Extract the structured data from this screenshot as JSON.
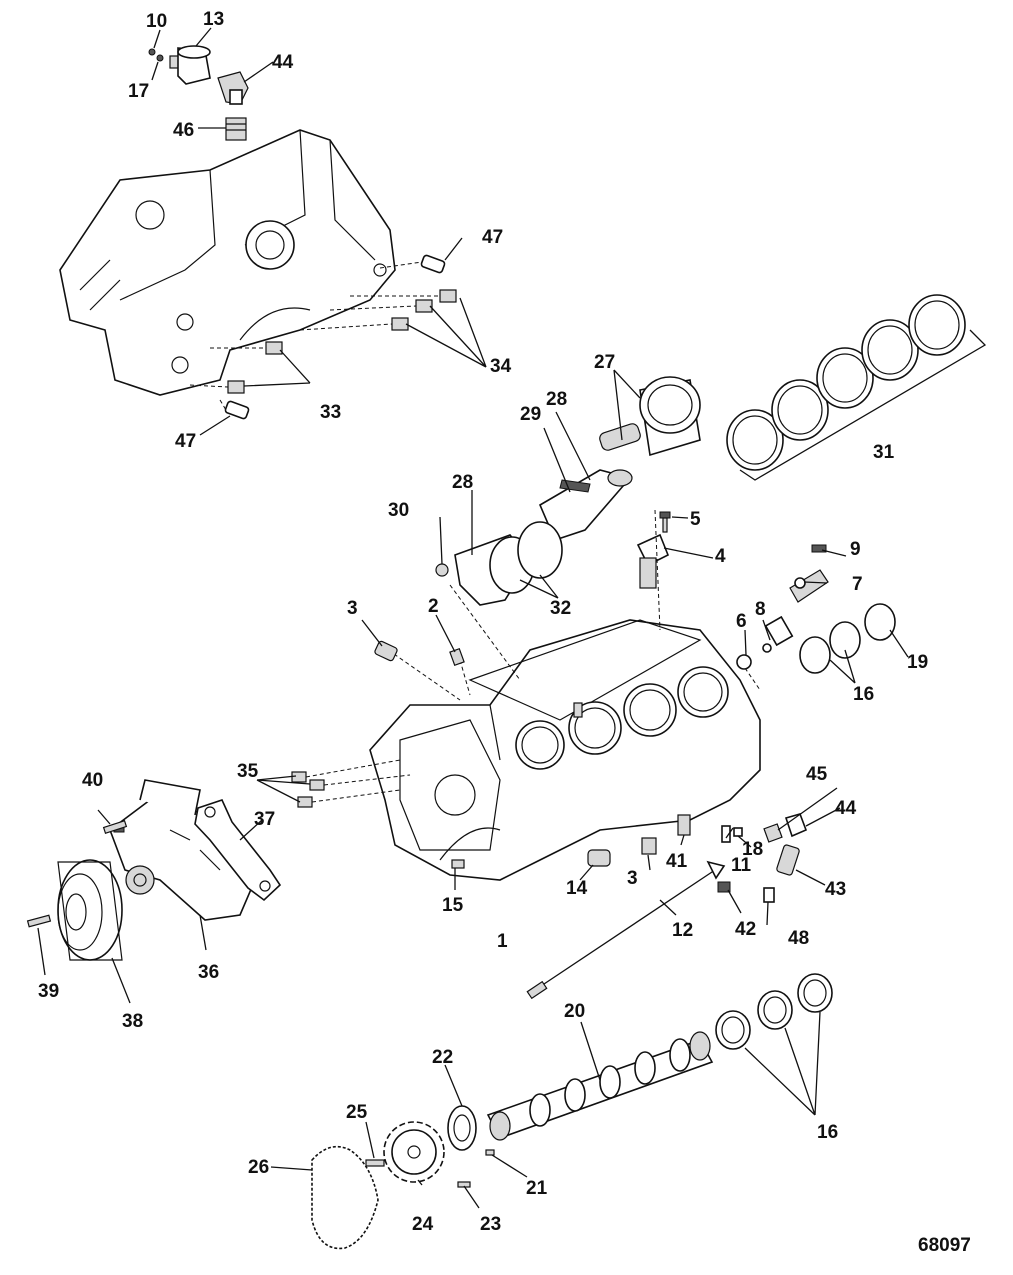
{
  "diagram_id": "68097",
  "callouts": {
    "c10": "10",
    "c13": "13",
    "c17": "17",
    "c44a": "44",
    "c46": "46",
    "c47a": "47",
    "c34": "34",
    "c33": "33",
    "c47b": "47",
    "c27": "27",
    "c31": "31",
    "c28a": "28",
    "c29": "29",
    "c28b": "28",
    "c30": "30",
    "c5": "5",
    "c4": "4",
    "c9": "9",
    "c7": "7",
    "c3a": "3",
    "c2": "2",
    "c32": "32",
    "c6": "6",
    "c8": "8",
    "c19": "19",
    "c16a": "16",
    "c35": "35",
    "c45": "45",
    "c44b": "44",
    "c40": "40",
    "c37": "37",
    "c18": "18",
    "c41": "41",
    "c11": "11",
    "c43": "43",
    "c14": "14",
    "c3b": "3",
    "c15": "15",
    "c1": "1",
    "c12": "12",
    "c42": "42",
    "c48": "48",
    "c36": "36",
    "c39": "39",
    "c38": "38",
    "c20": "20",
    "c22": "22",
    "c25": "25",
    "c26": "26",
    "c21": "21",
    "c24": "24",
    "c23": "23",
    "c16b": "16"
  }
}
